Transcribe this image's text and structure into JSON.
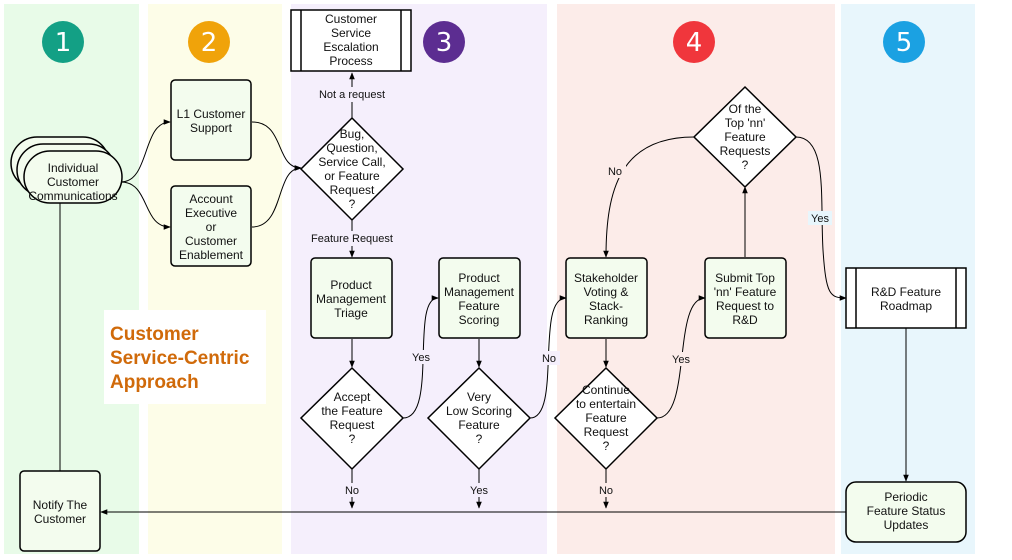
{
  "colors": {
    "lane1": "#e8fbe8",
    "lane2": "#fdfde8",
    "lane3": "#f5effc",
    "lane4": "#fcece9",
    "lane5": "#e8f6fc",
    "box_fill": "#f3fcee",
    "stroke": "#000000",
    "title": "#d06a0a",
    "badge1": "#13a085",
    "badge2": "#f0a30a",
    "badge3": "#5c2d91",
    "badge4": "#f0363c",
    "badge5": "#1ba1e2"
  },
  "lanes": {
    "badges": [
      "1",
      "2",
      "3",
      "4",
      "5"
    ]
  },
  "title": {
    "line1": "Customer",
    "line2": "Service-Centric",
    "line3": "Approach"
  },
  "nodes": {
    "individual": [
      "Individual",
      "Customer",
      "Communications"
    ],
    "l1_support": [
      "L1 Customer",
      "Support"
    ],
    "account_exec": [
      "Account",
      "Executive",
      "or",
      "Customer",
      "Enablement"
    ],
    "escalation": [
      "Customer",
      "Service",
      "Escalation",
      "Process"
    ],
    "bug_question": [
      "Bug,",
      "Question,",
      "Service Call,",
      "or Feature",
      "Request",
      "?"
    ],
    "pm_triage": [
      "Product",
      "Management",
      "Triage"
    ],
    "accept": [
      "Accept",
      "the Feature",
      "Request",
      "?"
    ],
    "pm_scoring": [
      "Product",
      "Management",
      "Feature",
      "Scoring"
    ],
    "low_scoring": [
      "Very",
      "Low Scoring",
      "Feature",
      "?"
    ],
    "stakeholder": [
      "Stakeholder",
      "Voting &",
      "Stack-",
      "Ranking"
    ],
    "continue": [
      "Continue",
      "to entertain",
      "Feature",
      "Request",
      "?"
    ],
    "submit_top": [
      "Submit Top",
      "'nn' Feature",
      "Request to",
      "R&D"
    ],
    "of_top": [
      "Of the",
      "Top 'nn'",
      "Feature",
      "Requests",
      "?"
    ],
    "roadmap": [
      "R&D Feature",
      "Roadmap"
    ],
    "status_updates": [
      "Periodic",
      "Feature Status",
      "Updates"
    ],
    "notify": [
      "Notify The",
      "Customer"
    ]
  },
  "edge_labels": {
    "not_a_request": "Not a request",
    "feature_request": "Feature Request",
    "yes_accept": "Yes",
    "no_accept": "No",
    "no_low": "No",
    "yes_low": "Yes",
    "yes_continue": "Yes",
    "no_continue": "No",
    "no_of_top": "No",
    "yes_of_top": "Yes"
  }
}
